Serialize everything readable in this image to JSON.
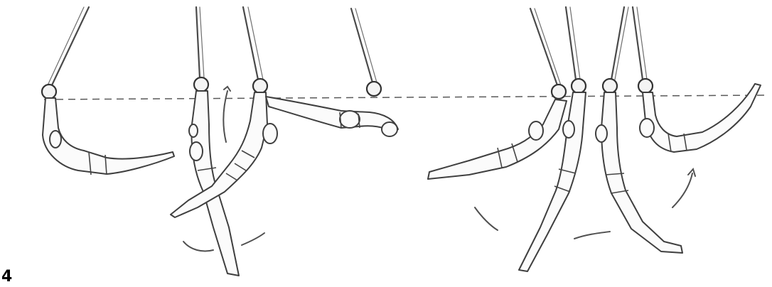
{
  "figure": {
    "step_number": "4",
    "left_panel": {
      "poses": [
        "pose-1-swing-back",
        "pose-2-hang-down",
        "pose-3-rotate",
        "pose-4-horizontal"
      ]
    },
    "right_panel": {
      "poses": [
        "pose-5-swing-left",
        "pose-6-hang-down",
        "pose-7-hang-down",
        "pose-8-swing-right"
      ]
    }
  }
}
